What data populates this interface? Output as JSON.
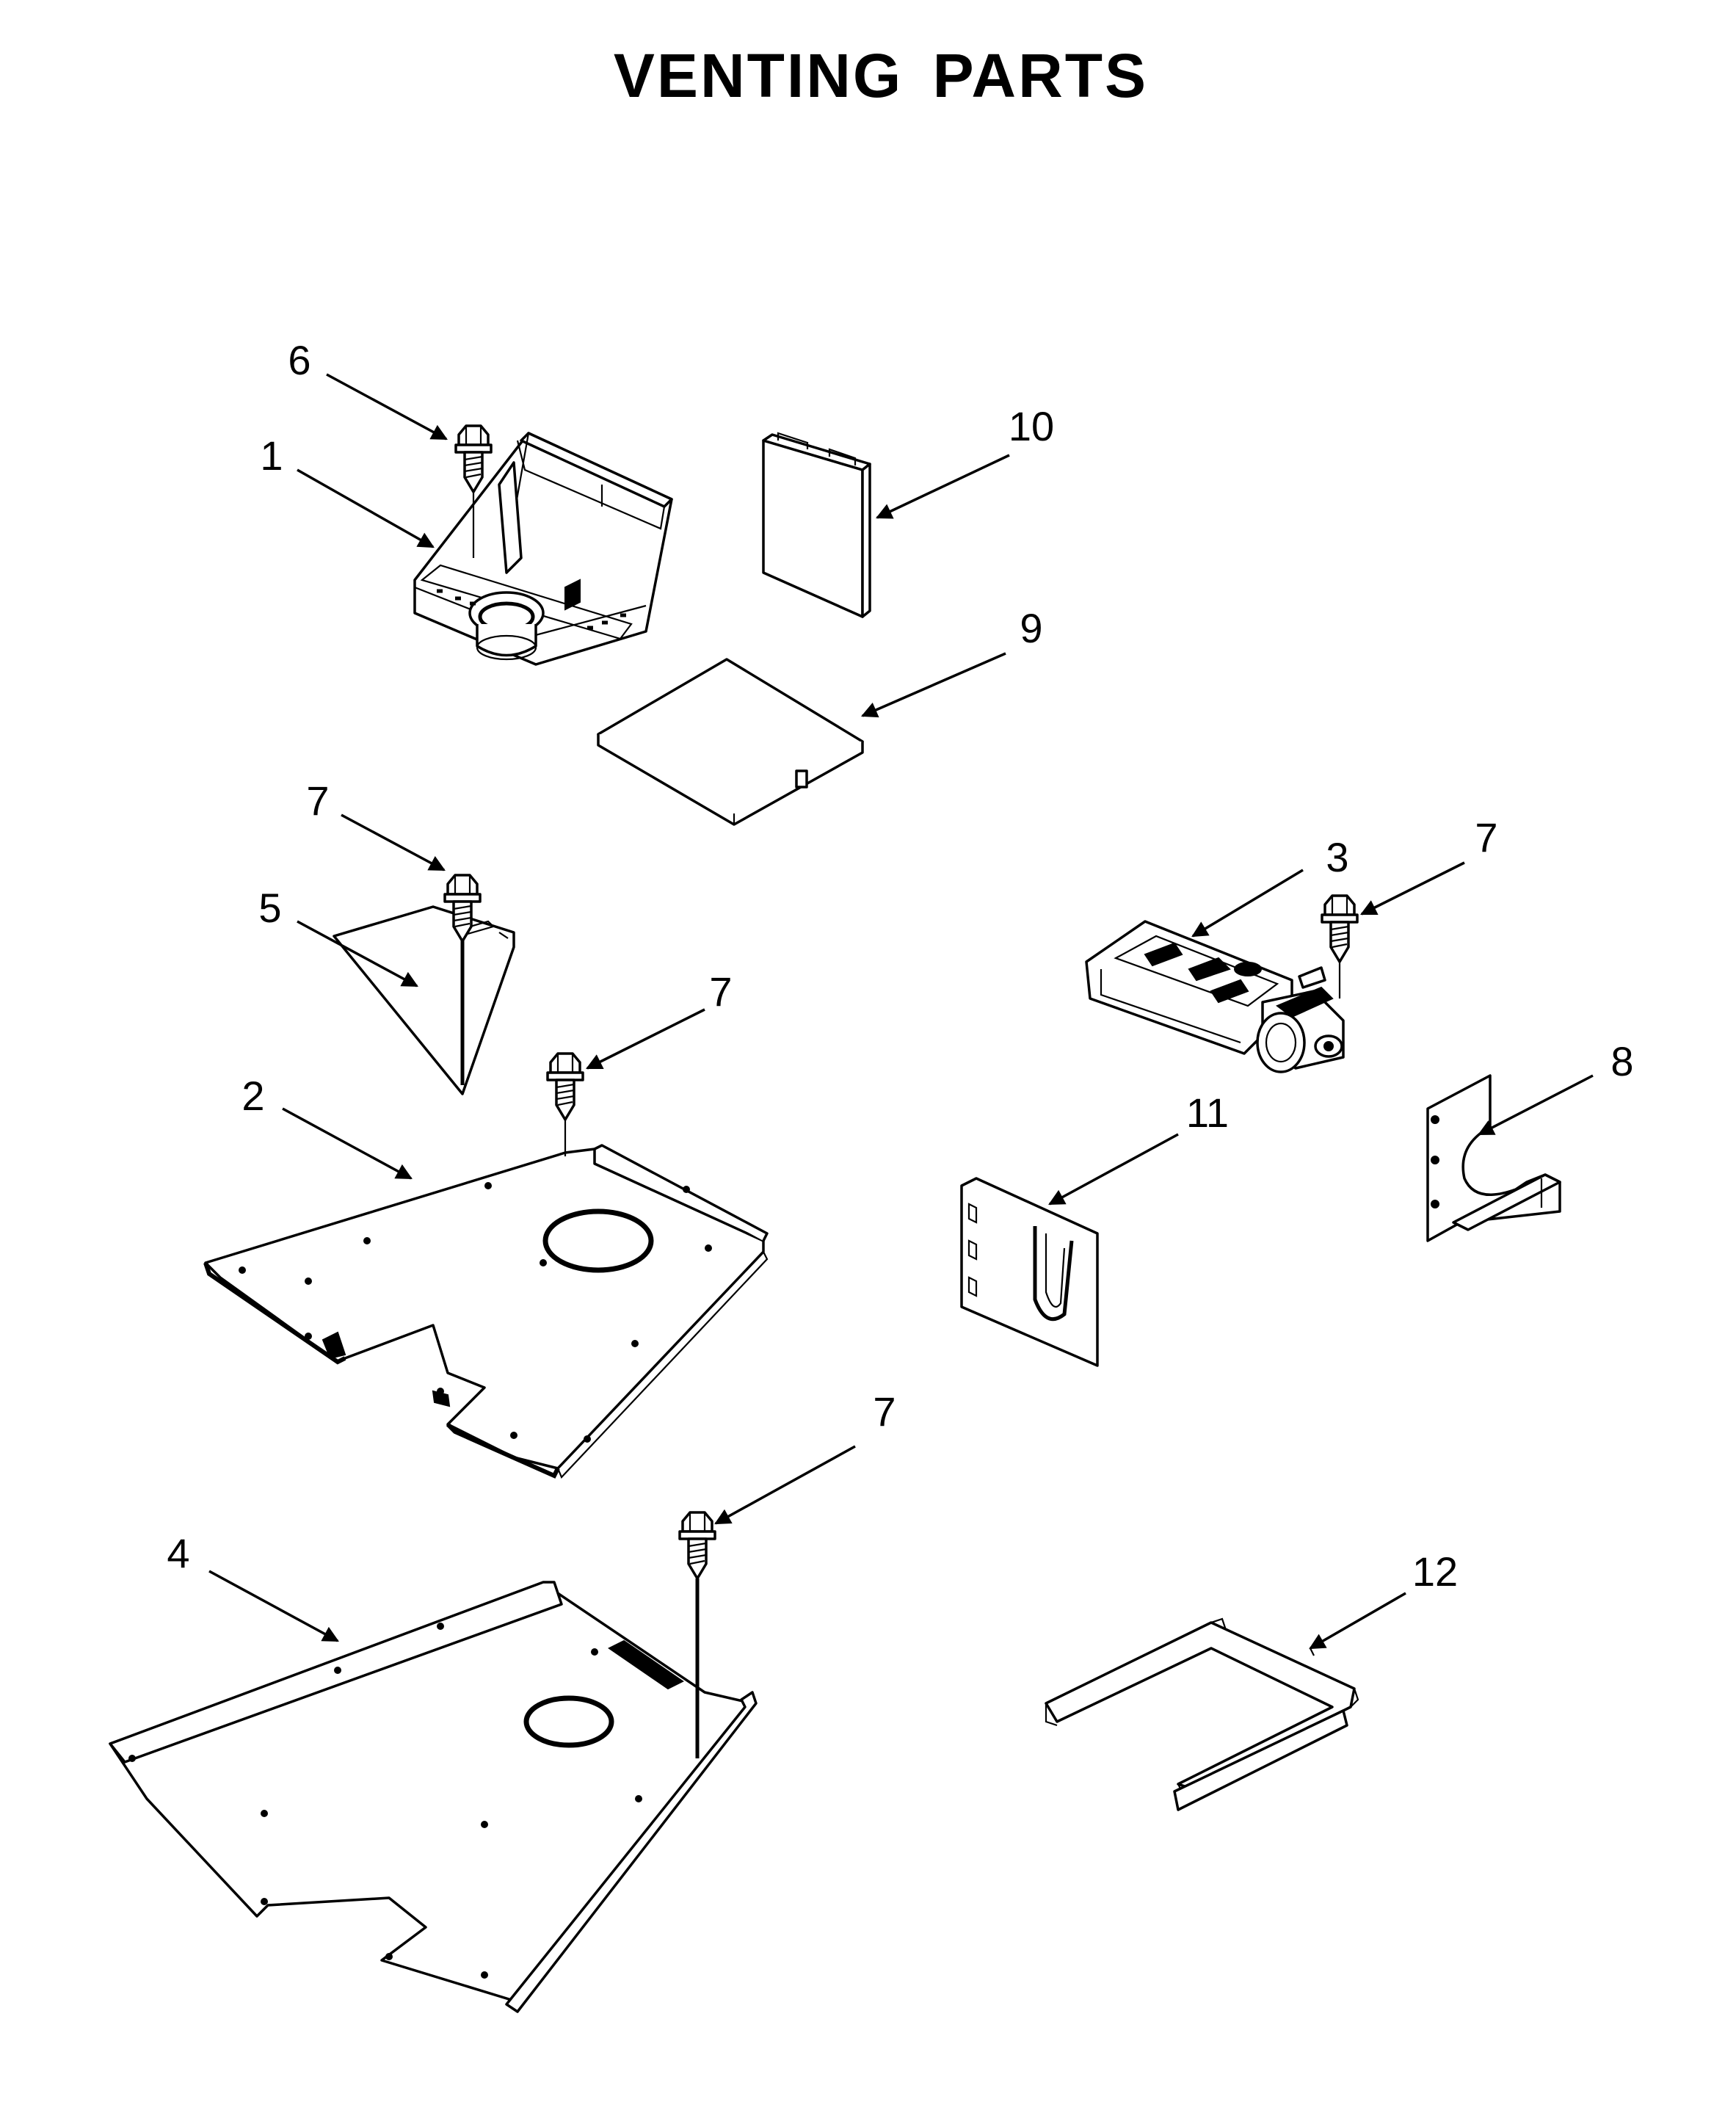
{
  "title": "VENTING PARTS",
  "callouts": [
    {
      "id": "callout-6",
      "label": "6"
    },
    {
      "id": "callout-1",
      "label": "1"
    },
    {
      "id": "callout-10",
      "label": "10"
    },
    {
      "id": "callout-9",
      "label": "9"
    },
    {
      "id": "callout-7-a",
      "label": "7"
    },
    {
      "id": "callout-5",
      "label": "5"
    },
    {
      "id": "callout-7-b",
      "label": "7"
    },
    {
      "id": "callout-2",
      "label": "2"
    },
    {
      "id": "callout-3",
      "label": "3"
    },
    {
      "id": "callout-7-c",
      "label": "7"
    },
    {
      "id": "callout-8",
      "label": "8"
    },
    {
      "id": "callout-11",
      "label": "11"
    },
    {
      "id": "callout-7-d",
      "label": "7"
    },
    {
      "id": "callout-4",
      "label": "4"
    },
    {
      "id": "callout-12",
      "label": "12"
    }
  ]
}
